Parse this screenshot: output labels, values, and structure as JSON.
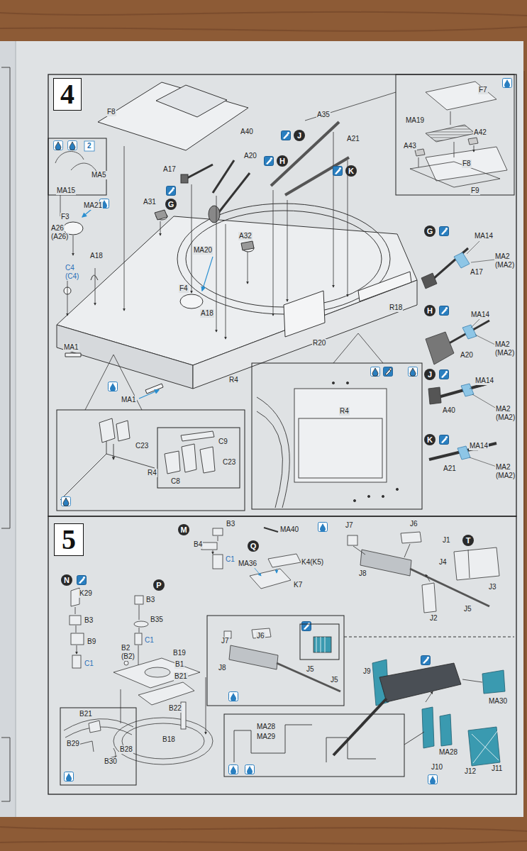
{
  "diagram": {
    "nodes": [
      {
        "text": [
          "4"
        ]
      },
      {
        "text": [
          "J"
        ]
      },
      {
        "text": [
          "H"
        ]
      },
      {
        "text": [
          "K"
        ]
      },
      {
        "text": [
          "G"
        ]
      },
      {
        "text": [
          "G"
        ]
      },
      {
        "text": [
          "H"
        ]
      },
      {
        "text": [
          "J"
        ]
      },
      {
        "text": [
          "K"
        ]
      },
      {
        "text": [
          "5"
        ]
      },
      {
        "text": [
          "M"
        ]
      },
      {
        "text": [
          "Q"
        ]
      },
      {
        "text": [
          "T"
        ]
      },
      {
        "text": [
          "N"
        ]
      },
      {
        "text": [
          "P"
        ]
      }
    ],
    "labels": [
      "F8",
      "A40",
      "A35",
      "A21",
      "A17",
      "A20",
      "A31",
      "A32",
      "MA20",
      "F4",
      "A18",
      "R18",
      "R20",
      "R4",
      "MA1",
      "MA1",
      "C23",
      "C9",
      "C23",
      "C8",
      "R4",
      "R4",
      "2",
      "MA5",
      "MA15",
      "A26",
      "(A26)",
      "F3",
      "MA21",
      "C4",
      "(C4)",
      "A18",
      "F7",
      "MA19",
      "A42",
      "A43",
      "F8",
      "F9",
      "MA14",
      "MA2",
      "(MA2)",
      "A17",
      "MA14",
      "MA2",
      "(MA2)",
      "A20",
      "MA14",
      "MA2",
      "(MA2)",
      "A40",
      "MA14",
      "MA2",
      "(MA2)",
      "A21",
      "K29",
      "B3",
      "B9",
      "C1",
      "B3",
      "B35",
      "C1",
      "B2",
      "(B2)",
      "B19",
      "B1",
      "B21",
      "B22",
      "B18",
      "B21",
      "B29",
      "B28",
      "B30",
      "B3",
      "B4",
      "C1",
      "MA40",
      "MA36",
      "K4(K5)",
      "K7",
      "J7",
      "J6",
      "J1",
      "J4",
      "J3",
      "J8",
      "J2",
      "J5",
      "J7",
      "J6",
      "J8",
      "J5",
      "J5",
      "J9",
      "MA30",
      "MA28",
      "J10",
      "J12",
      "J11",
      "MA28",
      "MA29"
    ]
  }
}
